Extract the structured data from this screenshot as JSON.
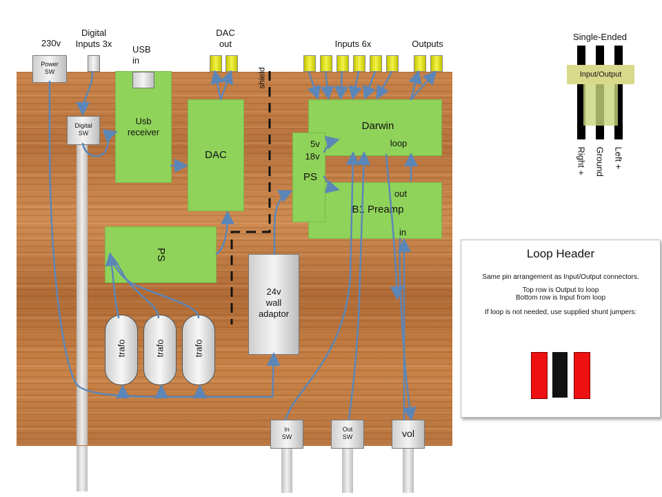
{
  "top_labels": {
    "v230": "230v",
    "digital_inputs": [
      "Digital",
      "Inputs 3x"
    ],
    "usb_in": [
      "USB",
      "in"
    ],
    "dac_out": [
      "DAC",
      "out"
    ],
    "inputs6": "Inputs 6x",
    "outputs": "Outputs",
    "shield": "shield"
  },
  "blocks": {
    "power_sw": [
      "Power",
      "SW"
    ],
    "digital_sw": [
      "Digital",
      "SW"
    ],
    "usb_receiver": [
      "Usb",
      "receiver"
    ],
    "dac": "DAC",
    "darwin": "Darwin",
    "loop": "loop",
    "ps_small_5v": "5v",
    "ps_small_18v": "18v",
    "ps_small": "PS",
    "b1_preamp": "B1 Preamp",
    "out": "out",
    "in": "in",
    "ps_big": "PS",
    "wall_adaptor": [
      "24v",
      "wall",
      "adaptor"
    ],
    "trafo": [
      "trafo",
      "trafo",
      "trafo"
    ],
    "in_sw": [
      "In",
      "SW"
    ],
    "out_sw": [
      "Out",
      "SW"
    ],
    "vol": "vol"
  },
  "single_ended": {
    "title": "Single-Ended",
    "band": "Input/Output",
    "pins": [
      "Right +",
      "Ground",
      "Left +"
    ]
  },
  "loop_header": {
    "title": "Loop Header",
    "line1": "Same pin arrangement as Input/Output connectors.",
    "line2": "Top row is Output to loop",
    "line3": "Bottom row is Input from loop",
    "line4": "If loop is not needed, use supplied shunt jumpers:",
    "colors": {
      "red": "#ee1111",
      "black": "#111111"
    }
  },
  "colors": {
    "wire": "#5b86b8",
    "green": "#8fd35a",
    "rca": "#e8e820"
  }
}
